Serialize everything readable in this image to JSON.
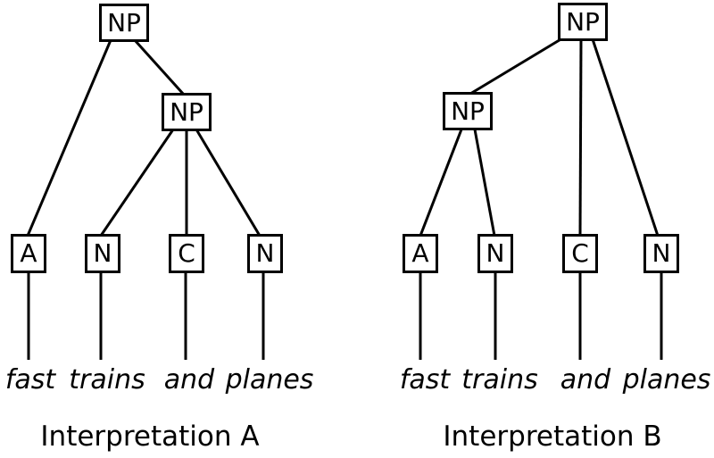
{
  "colors": {
    "background": "#ffffff",
    "line": "#000000",
    "text": "#000000",
    "node_border": "#000000"
  },
  "trees": [
    {
      "id": "interpretation-a",
      "caption": "Interpretation A",
      "nodes": {
        "root": {
          "label": "NP"
        },
        "inner": {
          "label": "NP"
        },
        "leaf_a": {
          "label": "A"
        },
        "leaf_n1": {
          "label": "N"
        },
        "leaf_c": {
          "label": "C"
        },
        "leaf_n2": {
          "label": "N"
        }
      },
      "words": [
        "fast",
        "trains",
        "and",
        "planes"
      ],
      "edges": [
        [
          "root",
          "leaf_a"
        ],
        [
          "root",
          "inner"
        ],
        [
          "inner",
          "leaf_n1"
        ],
        [
          "inner",
          "leaf_c"
        ],
        [
          "inner",
          "leaf_n2"
        ],
        [
          "leaf_a",
          "fast"
        ],
        [
          "leaf_n1",
          "trains"
        ],
        [
          "leaf_c",
          "and"
        ],
        [
          "leaf_n2",
          "planes"
        ]
      ]
    },
    {
      "id": "interpretation-b",
      "caption": "Interpretation B",
      "nodes": {
        "root": {
          "label": "NP"
        },
        "inner": {
          "label": "NP"
        },
        "leaf_a": {
          "label": "A"
        },
        "leaf_n1": {
          "label": "N"
        },
        "leaf_c": {
          "label": "C"
        },
        "leaf_n2": {
          "label": "N"
        }
      },
      "words": [
        "fast",
        "trains",
        "and",
        "planes"
      ],
      "edges": [
        [
          "root",
          "inner"
        ],
        [
          "root",
          "leaf_c"
        ],
        [
          "root",
          "leaf_n2"
        ],
        [
          "inner",
          "leaf_a"
        ],
        [
          "inner",
          "leaf_n1"
        ],
        [
          "leaf_a",
          "fast"
        ],
        [
          "leaf_n1",
          "trains"
        ],
        [
          "leaf_c",
          "and"
        ],
        [
          "leaf_n2",
          "planes"
        ]
      ]
    }
  ]
}
